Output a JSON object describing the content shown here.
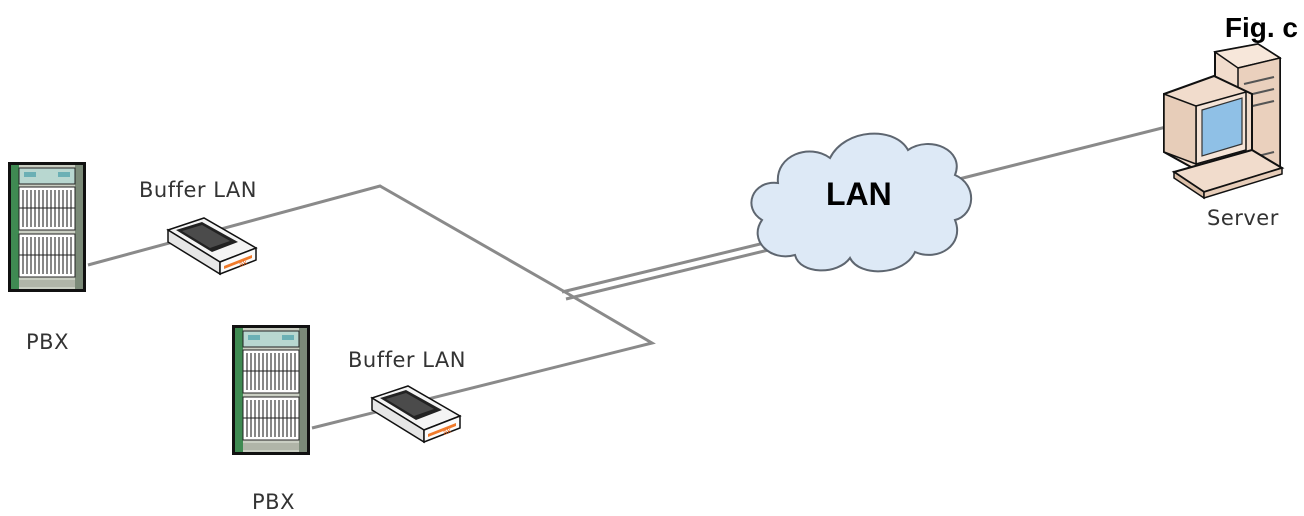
{
  "figure_label": "Fig. c",
  "network": {
    "lan_label": "LAN"
  },
  "nodes": {
    "pbx_1": {
      "label": "PBX"
    },
    "pbx_2": {
      "label": "PBX"
    },
    "buffer_1": {
      "label": "Buffer LAN"
    },
    "buffer_2": {
      "label": "Buffer LAN"
    },
    "server": {
      "label": "Server"
    }
  },
  "colors": {
    "link": "#8a8a8a",
    "cloud_fill": "#dde9f6",
    "cloud_stroke": "#5e6670",
    "rack_body": "#d3d8cc",
    "rack_side": "#3f8a52",
    "device_orange": "#f07a2a",
    "monitor_screen": "#8fc0e6",
    "pc_case": "#f1dccc"
  }
}
